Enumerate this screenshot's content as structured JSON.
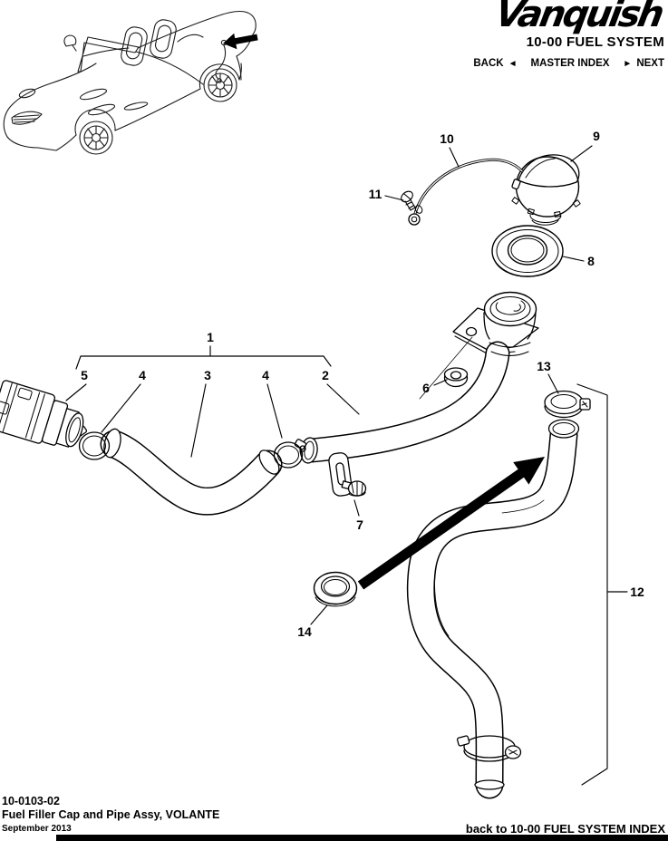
{
  "header": {
    "logo": "Vanquish",
    "section_title": "10-00 FUEL SYSTEM",
    "nav": {
      "back_label": "BACK",
      "back_arrow": "◄",
      "master_index_label": "MASTER INDEX",
      "next_arrow": "►",
      "next_label": "NEXT"
    }
  },
  "diagram": {
    "callouts": [
      {
        "label": "1"
      },
      {
        "label": "5"
      },
      {
        "label": "4"
      },
      {
        "label": "3"
      },
      {
        "label": "4"
      },
      {
        "label": "2"
      },
      {
        "label": "6"
      },
      {
        "label": "7"
      },
      {
        "label": "8"
      },
      {
        "label": "9"
      },
      {
        "label": "10"
      },
      {
        "label": "11"
      },
      {
        "label": "12"
      },
      {
        "label": "13"
      },
      {
        "label": "14"
      }
    ]
  },
  "footer": {
    "doc_number": "10-0103-02",
    "doc_title": "Fuel Filler Cap and Pipe Assy, VOLANTE",
    "date": "September 2013",
    "index_link": "back to 10-00 FUEL SYSTEM INDEX"
  },
  "colors": {
    "ink": "#000000",
    "paper": "#ffffff"
  }
}
